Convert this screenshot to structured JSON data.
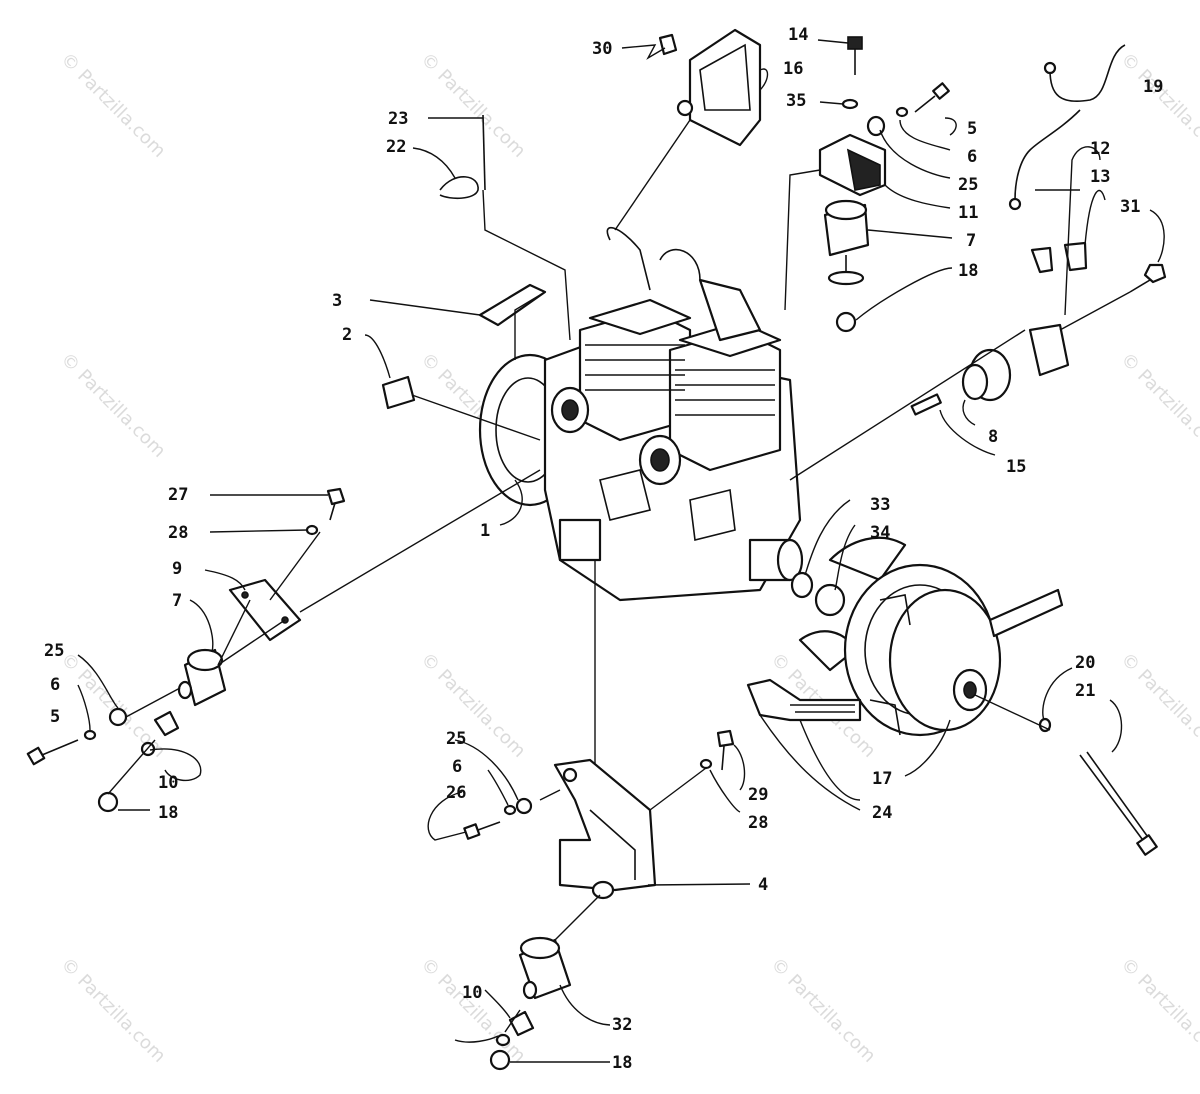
{
  "watermark": "© Partzilla.com",
  "callouts": [
    {
      "id": "c30a",
      "label": "30"
    },
    {
      "id": "c16",
      "label": "16"
    },
    {
      "id": "c14",
      "label": "14"
    },
    {
      "id": "c35",
      "label": "35"
    },
    {
      "id": "c5a",
      "label": "5"
    },
    {
      "id": "c6a",
      "label": "6"
    },
    {
      "id": "c25a",
      "label": "25"
    },
    {
      "id": "c11",
      "label": "11"
    },
    {
      "id": "c7a",
      "label": "7"
    },
    {
      "id": "c18a",
      "label": "18"
    },
    {
      "id": "c19",
      "label": "19"
    },
    {
      "id": "c12",
      "label": "12"
    },
    {
      "id": "c13",
      "label": "13"
    },
    {
      "id": "c31",
      "label": "31"
    },
    {
      "id": "c23",
      "label": "23"
    },
    {
      "id": "c22",
      "label": "22"
    },
    {
      "id": "c3",
      "label": "3"
    },
    {
      "id": "c2",
      "label": "2"
    },
    {
      "id": "c8",
      "label": "8"
    },
    {
      "id": "c15",
      "label": "15"
    },
    {
      "id": "c33",
      "label": "33"
    },
    {
      "id": "c34",
      "label": "34"
    },
    {
      "id": "c27",
      "label": "27"
    },
    {
      "id": "c28a",
      "label": "28"
    },
    {
      "id": "c1",
      "label": "1"
    },
    {
      "id": "c9",
      "label": "9"
    },
    {
      "id": "c7b",
      "label": "7"
    },
    {
      "id": "c25b",
      "label": "25"
    },
    {
      "id": "c6b",
      "label": "6"
    },
    {
      "id": "c5b",
      "label": "5"
    },
    {
      "id": "c10a",
      "label": "10"
    },
    {
      "id": "c18b",
      "label": "18"
    },
    {
      "id": "c20",
      "label": "20"
    },
    {
      "id": "c21",
      "label": "21"
    },
    {
      "id": "c25c",
      "label": "25"
    },
    {
      "id": "c6c",
      "label": "6"
    },
    {
      "id": "c26",
      "label": "26"
    },
    {
      "id": "c29",
      "label": "29"
    },
    {
      "id": "c28b",
      "label": "28"
    },
    {
      "id": "c17",
      "label": "17"
    },
    {
      "id": "c24",
      "label": "24"
    },
    {
      "id": "c4",
      "label": "4"
    },
    {
      "id": "c10b",
      "label": "10"
    },
    {
      "id": "c32",
      "label": "32"
    },
    {
      "id": "c18c",
      "label": "18"
    }
  ]
}
